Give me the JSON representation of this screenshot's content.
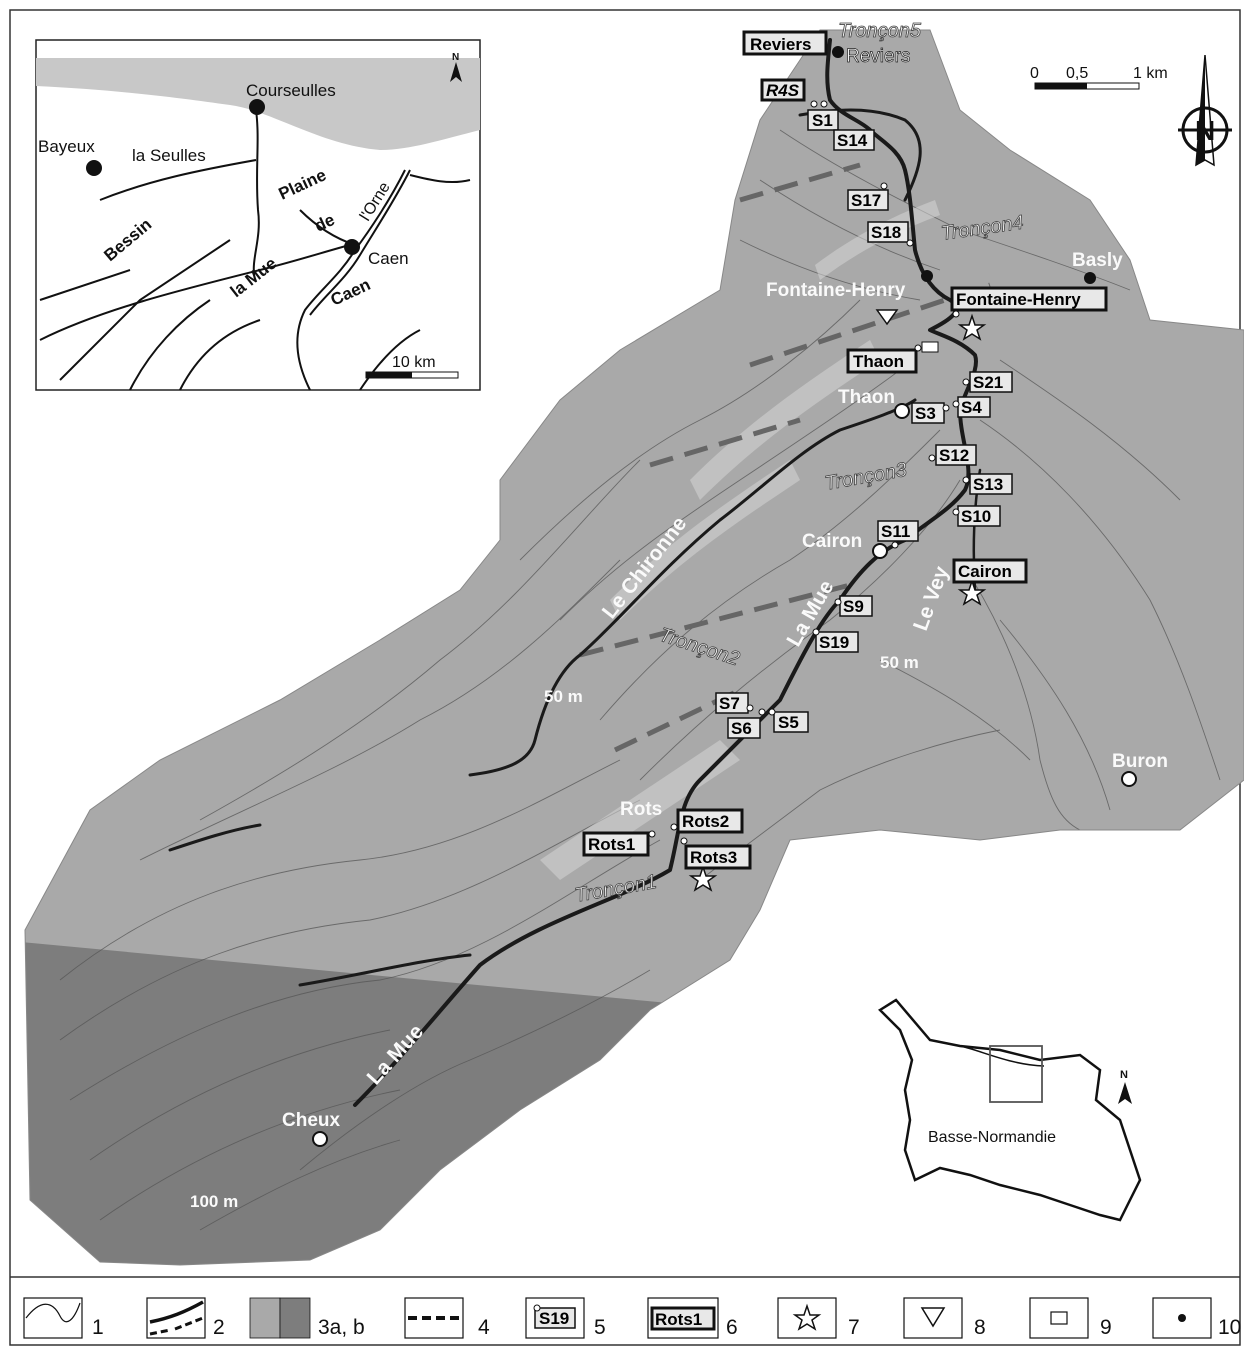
{
  "inset_map": {
    "places": [
      "Courseulles",
      "Bayeux",
      "Caen"
    ],
    "rivers": [
      "la Seulles",
      "l'Orne",
      "la Mue"
    ],
    "regions": [
      "Bessin",
      "Plaine",
      "de",
      "Caen"
    ],
    "scale_label": "10 km",
    "north_label": "N"
  },
  "scale_bar": {
    "ticks": [
      "0",
      "0,5",
      "1 km"
    ]
  },
  "north_label": "N",
  "segments": [
    "Tronçon1",
    "Tronçon2",
    "Tronçon3",
    "Tronçon4",
    "Tronçon5"
  ],
  "rivers": [
    "La Mue",
    "La Mue",
    "Le Chironne",
    "Le Vey"
  ],
  "towns": [
    "Reviers",
    "Basly",
    "Fontaine-Henry",
    "Thaon",
    "Cairon",
    "Buron",
    "Rots",
    "Cheux"
  ],
  "contours": [
    "50 m",
    "50 m",
    "100 m"
  ],
  "site_labels": {
    "reviers": "Reviers",
    "r4s": "R4S",
    "s1": "S1",
    "s14": "S14",
    "s17": "S17",
    "s18": "S18",
    "fontaine": "Fontaine-Henry",
    "thaon": "Thaon",
    "s21": "S21",
    "s3": "S3",
    "s4": "S4",
    "s12": "S12",
    "s13": "S13",
    "s10": "S10",
    "s11": "S11",
    "cairon": "Cairon",
    "s9": "S9",
    "s19": "S19",
    "s7": "S7",
    "s6": "S6",
    "s5": "S5",
    "rots1": "Rots1",
    "rots2": "Rots2",
    "rots3": "Rots3"
  },
  "region_inset": {
    "label": "Basse-Normandie",
    "north_label": "N"
  },
  "legend": [
    {
      "num": "1",
      "sym": ""
    },
    {
      "num": "2",
      "sym": ""
    },
    {
      "num": "3a, b",
      "sym": ""
    },
    {
      "num": "4",
      "sym": ""
    },
    {
      "num": "5",
      "sym": "S19"
    },
    {
      "num": "6",
      "sym": "Rots1"
    },
    {
      "num": "7",
      "sym": ""
    },
    {
      "num": "8",
      "sym": ""
    },
    {
      "num": "9",
      "sym": ""
    },
    {
      "num": "10",
      "sym": ""
    }
  ],
  "colors": {
    "basin_light": "#a9a9a9",
    "basin_dark": "#7d7d7d",
    "river": "#1a1a1a",
    "box_fill": "#e8e8e8"
  }
}
